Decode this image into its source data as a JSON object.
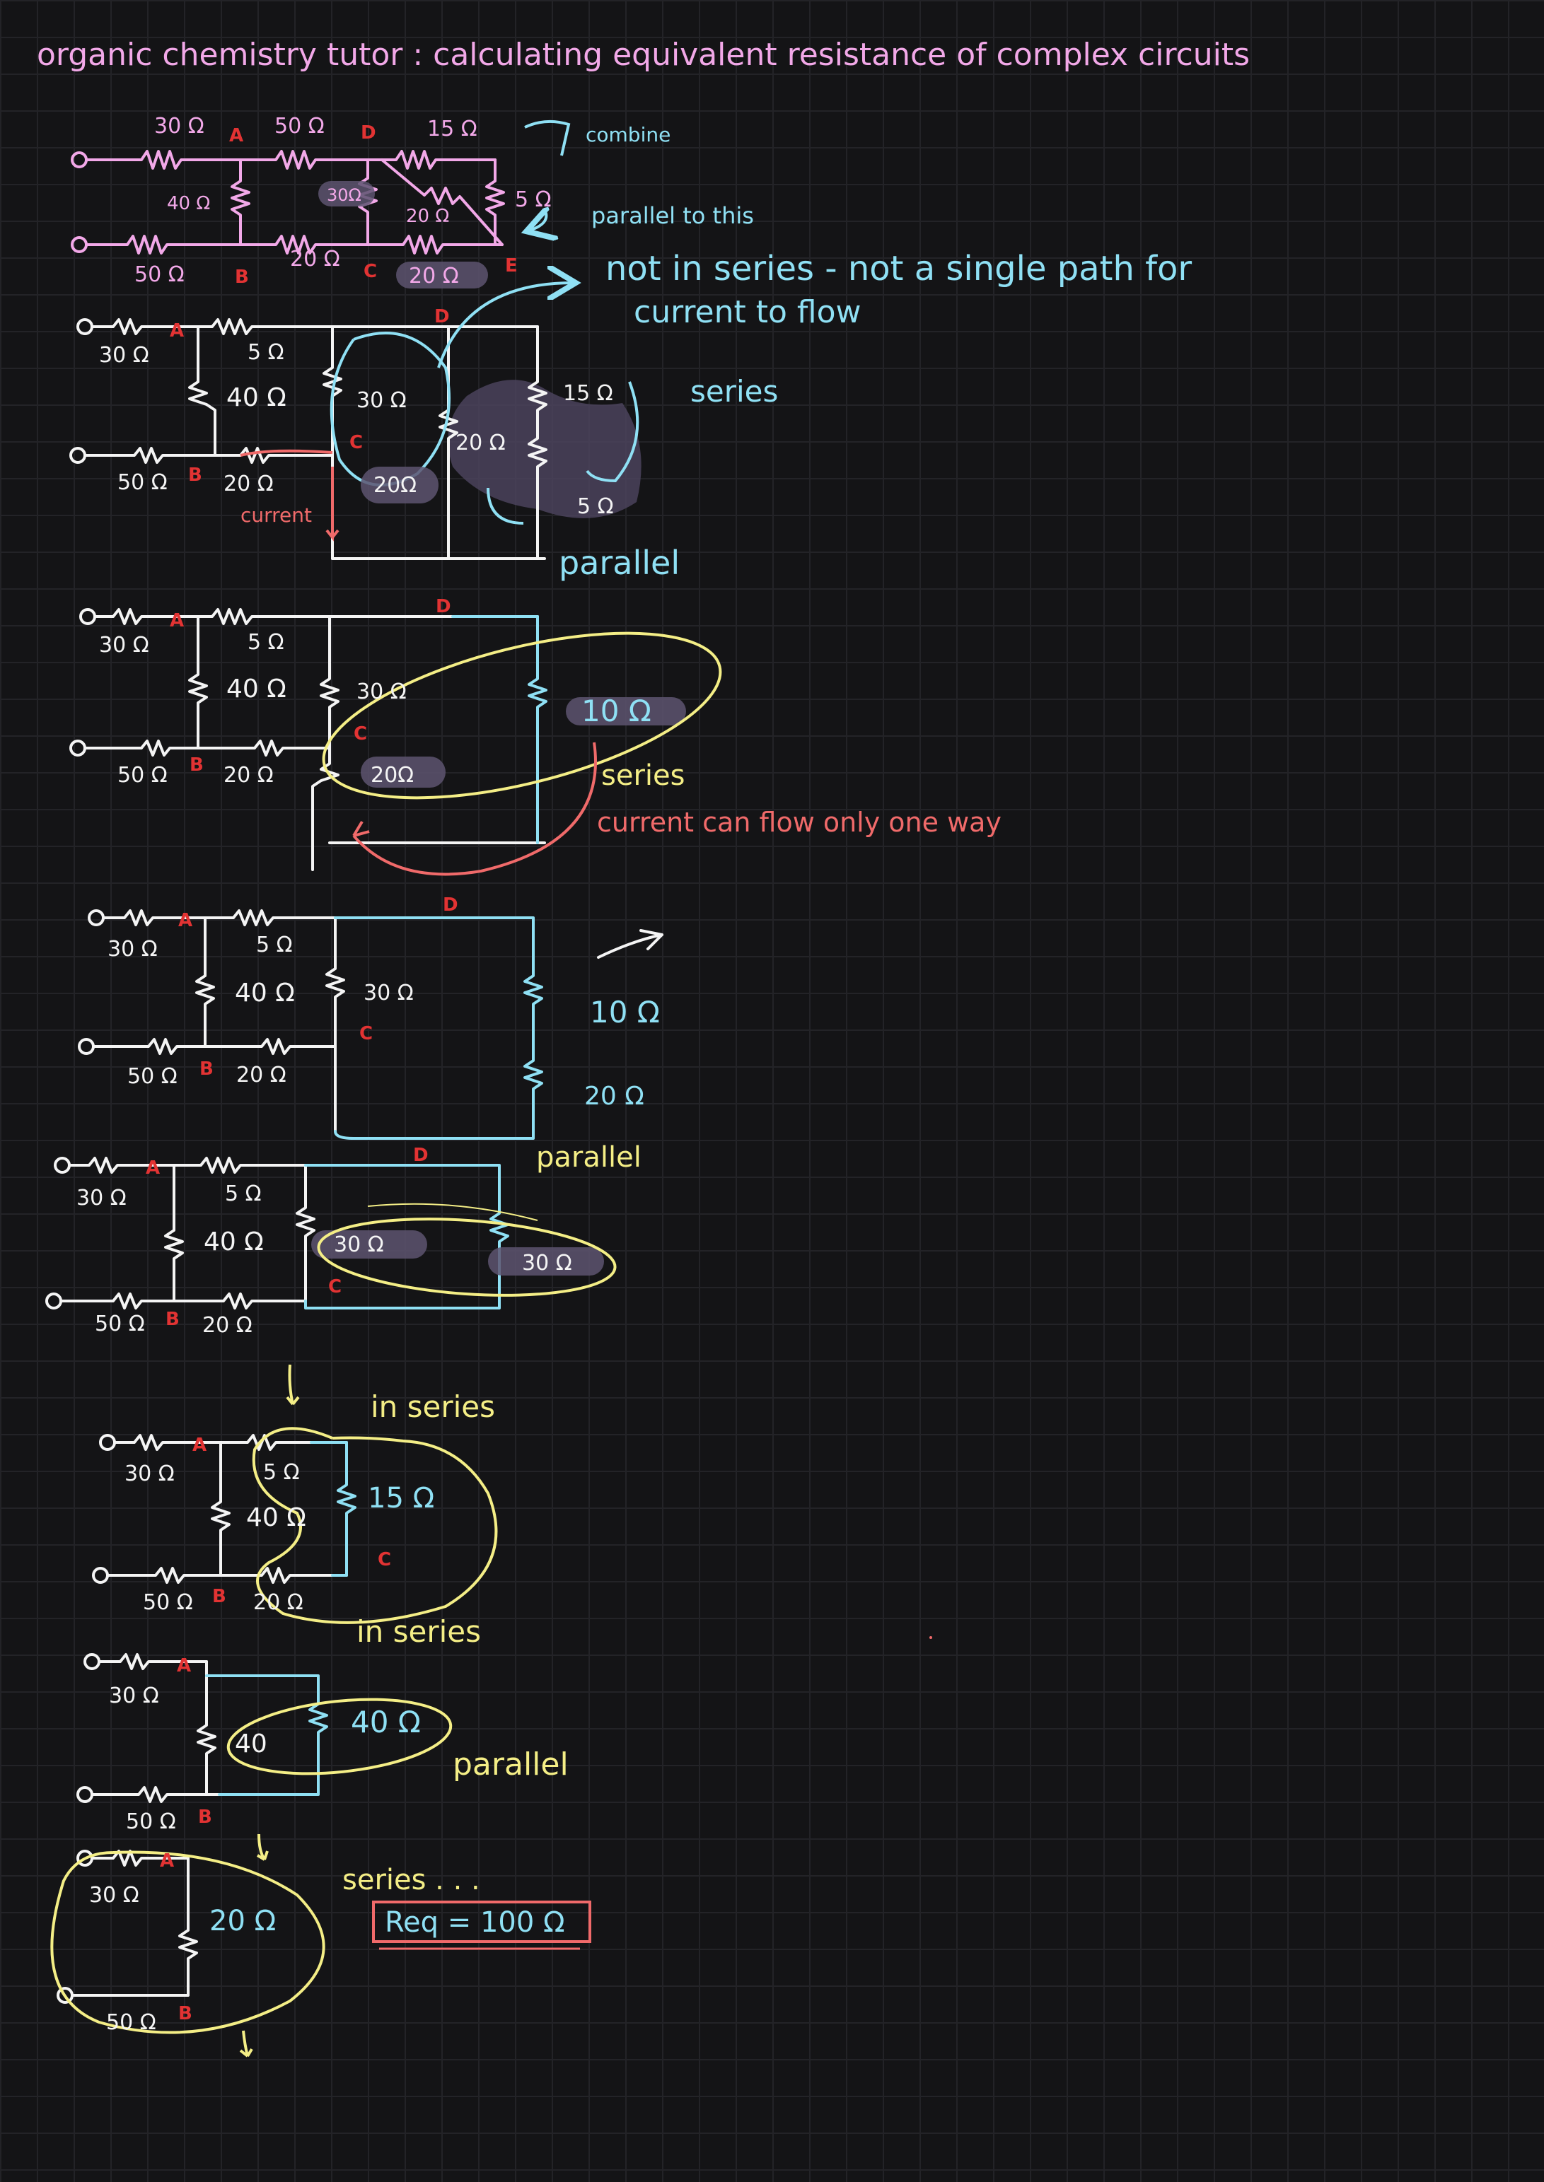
{
  "title": "organic chemistry tutor : calculating equivalent resistance of complex circuits",
  "colors": {
    "background": "#141416",
    "grid": "#232327",
    "pink": "#f2a8e8",
    "white": "#f4f4f4",
    "cyan": "#8fe0f4",
    "yellow": "#f4ee86",
    "red": "#f06a6a",
    "node": "#e23333"
  },
  "nodes": {
    "a": "A",
    "b": "B",
    "c": "C",
    "d": "D",
    "e": "E"
  },
  "circuit1": {
    "r_top1": "30 Ω",
    "r_top2": "50 Ω",
    "r_top3": "15 Ω",
    "r_bottom1": "50 Ω",
    "r_bottom2": "20 Ω",
    "r_bottom3": "20 Ω",
    "r_mid1": "40 Ω",
    "r_mid2": "30Ω",
    "r_mid3": "20 Ω",
    "r_right": "5 Ω",
    "note_combine": "combine",
    "note_parallel": "parallel to this"
  },
  "note_not_series_1": "not in series - not a single path for",
  "note_not_series_2": "current to flow",
  "circuit2": {
    "r_a": "30 Ω",
    "r_b": "5 Ω",
    "r_c": "40 Ω",
    "r_d": "50 Ω",
    "r_e": "20 Ω",
    "r_f": "30 Ω",
    "r_g": "20Ω",
    "r_h": "20 Ω",
    "r_i": "15 Ω",
    "r_j": "5 Ω",
    "note_current": "current",
    "note_series": "series",
    "note_parallel": "parallel"
  },
  "circuit3": {
    "r_a": "30 Ω",
    "r_b": "5 Ω",
    "r_c": "40 Ω",
    "r_d": "50 Ω",
    "r_e": "20 Ω",
    "r_f": "30 Ω",
    "r_g": "20Ω",
    "r_h": "10 Ω",
    "note_series": "series",
    "note_current": "current can flow only one way"
  },
  "circuit4": {
    "r_a": "30 Ω",
    "r_b": "5 Ω",
    "r_c": "40 Ω",
    "r_d": "50 Ω",
    "r_e": "20 Ω",
    "r_f": "30 Ω",
    "r_g": "10 Ω",
    "r_h": "20 Ω",
    "note_parallel": "parallel"
  },
  "circuit5": {
    "r_a": "30 Ω",
    "r_b": "5 Ω",
    "r_c": "40 Ω",
    "r_d": "50 Ω",
    "r_e": "20 Ω",
    "r_f": "30 Ω",
    "r_g": "30 Ω"
  },
  "circuit6": {
    "r_a": "30 Ω",
    "r_b": "5 Ω",
    "r_c": "40 Ω",
    "r_d": "50 Ω",
    "r_e": "20 Ω",
    "r_f": "15 Ω",
    "note_series_top": "in series",
    "note_series_bottom": "in series"
  },
  "circuit7": {
    "r_a": "30 Ω",
    "r_b": "40",
    "r_c": "40 Ω",
    "r_d": "50 Ω",
    "note_parallel": "parallel"
  },
  "circuit8": {
    "r_a": "30 Ω",
    "r_b": "20 Ω",
    "r_c": "50 Ω",
    "note_series": "series . . .",
    "result": "Req = 100 Ω"
  }
}
